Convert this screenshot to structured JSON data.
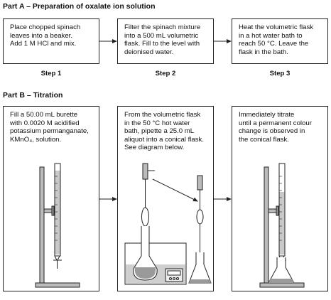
{
  "part_a": {
    "title": "Part A – Preparation of oxalate ion solution",
    "steps": [
      {
        "lines": [
          "Place chopped spinach",
          "leaves into a beaker.",
          "Add 1 M HCl and mix."
        ],
        "label": "Step 1"
      },
      {
        "lines": [
          "Filter the spinach mixture",
          "into a 500 mL volumetric",
          "flask. Fill to the level with",
          "deionised water."
        ],
        "label": "Step 2"
      },
      {
        "lines": [
          "Heat the volumetric flask",
          "in a hot water bath to",
          "reach 50 °C. Leave the",
          "flask in the bath."
        ],
        "label": "Step 3"
      }
    ]
  },
  "part_b": {
    "title": "Part B – Titration",
    "steps": [
      {
        "lines": [
          "Fill a 50.00 mL burette",
          "with 0.0020 M acidified",
          "potassium permanganate,",
          "KMnO₄, solution."
        ]
      },
      {
        "lines": [
          "From the volumetric flask",
          "in the 50 °C hot water",
          "bath, pipette a 25.0 mL",
          "aliquot into a conical flask.",
          "See diagram below."
        ]
      },
      {
        "lines": [
          "Immediately titrate",
          "until a permanent colour",
          "change is observed in",
          "the conical flask."
        ]
      }
    ]
  },
  "icons": [
    "burette-on-stand-icon",
    "pipette-icon",
    "volumetric-flask-icon",
    "water-bath-icon",
    "conical-flask-icon"
  ]
}
